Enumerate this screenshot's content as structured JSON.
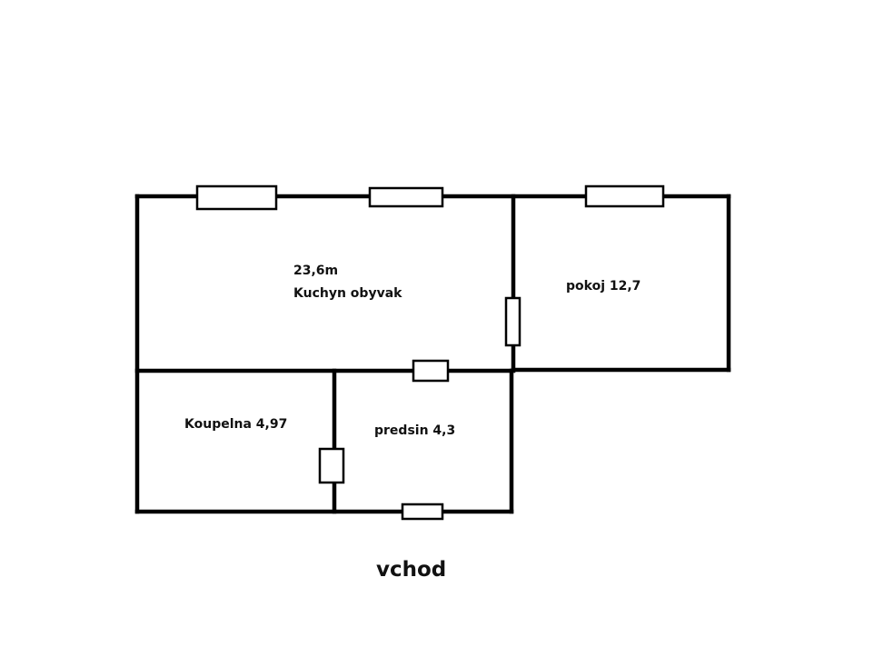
{
  "rooms": {
    "kitchen": {
      "area": "23,6m",
      "name": "Kuchyn obyvak"
    },
    "room": {
      "label": "pokoj 12,7"
    },
    "bathroom": {
      "label": "Koupelna 4,97"
    },
    "hallway": {
      "label": "predsin 4,3"
    }
  },
  "entrance": {
    "label": "vchod"
  },
  "colors": {
    "wall": "#000000",
    "background": "#ffffff"
  }
}
